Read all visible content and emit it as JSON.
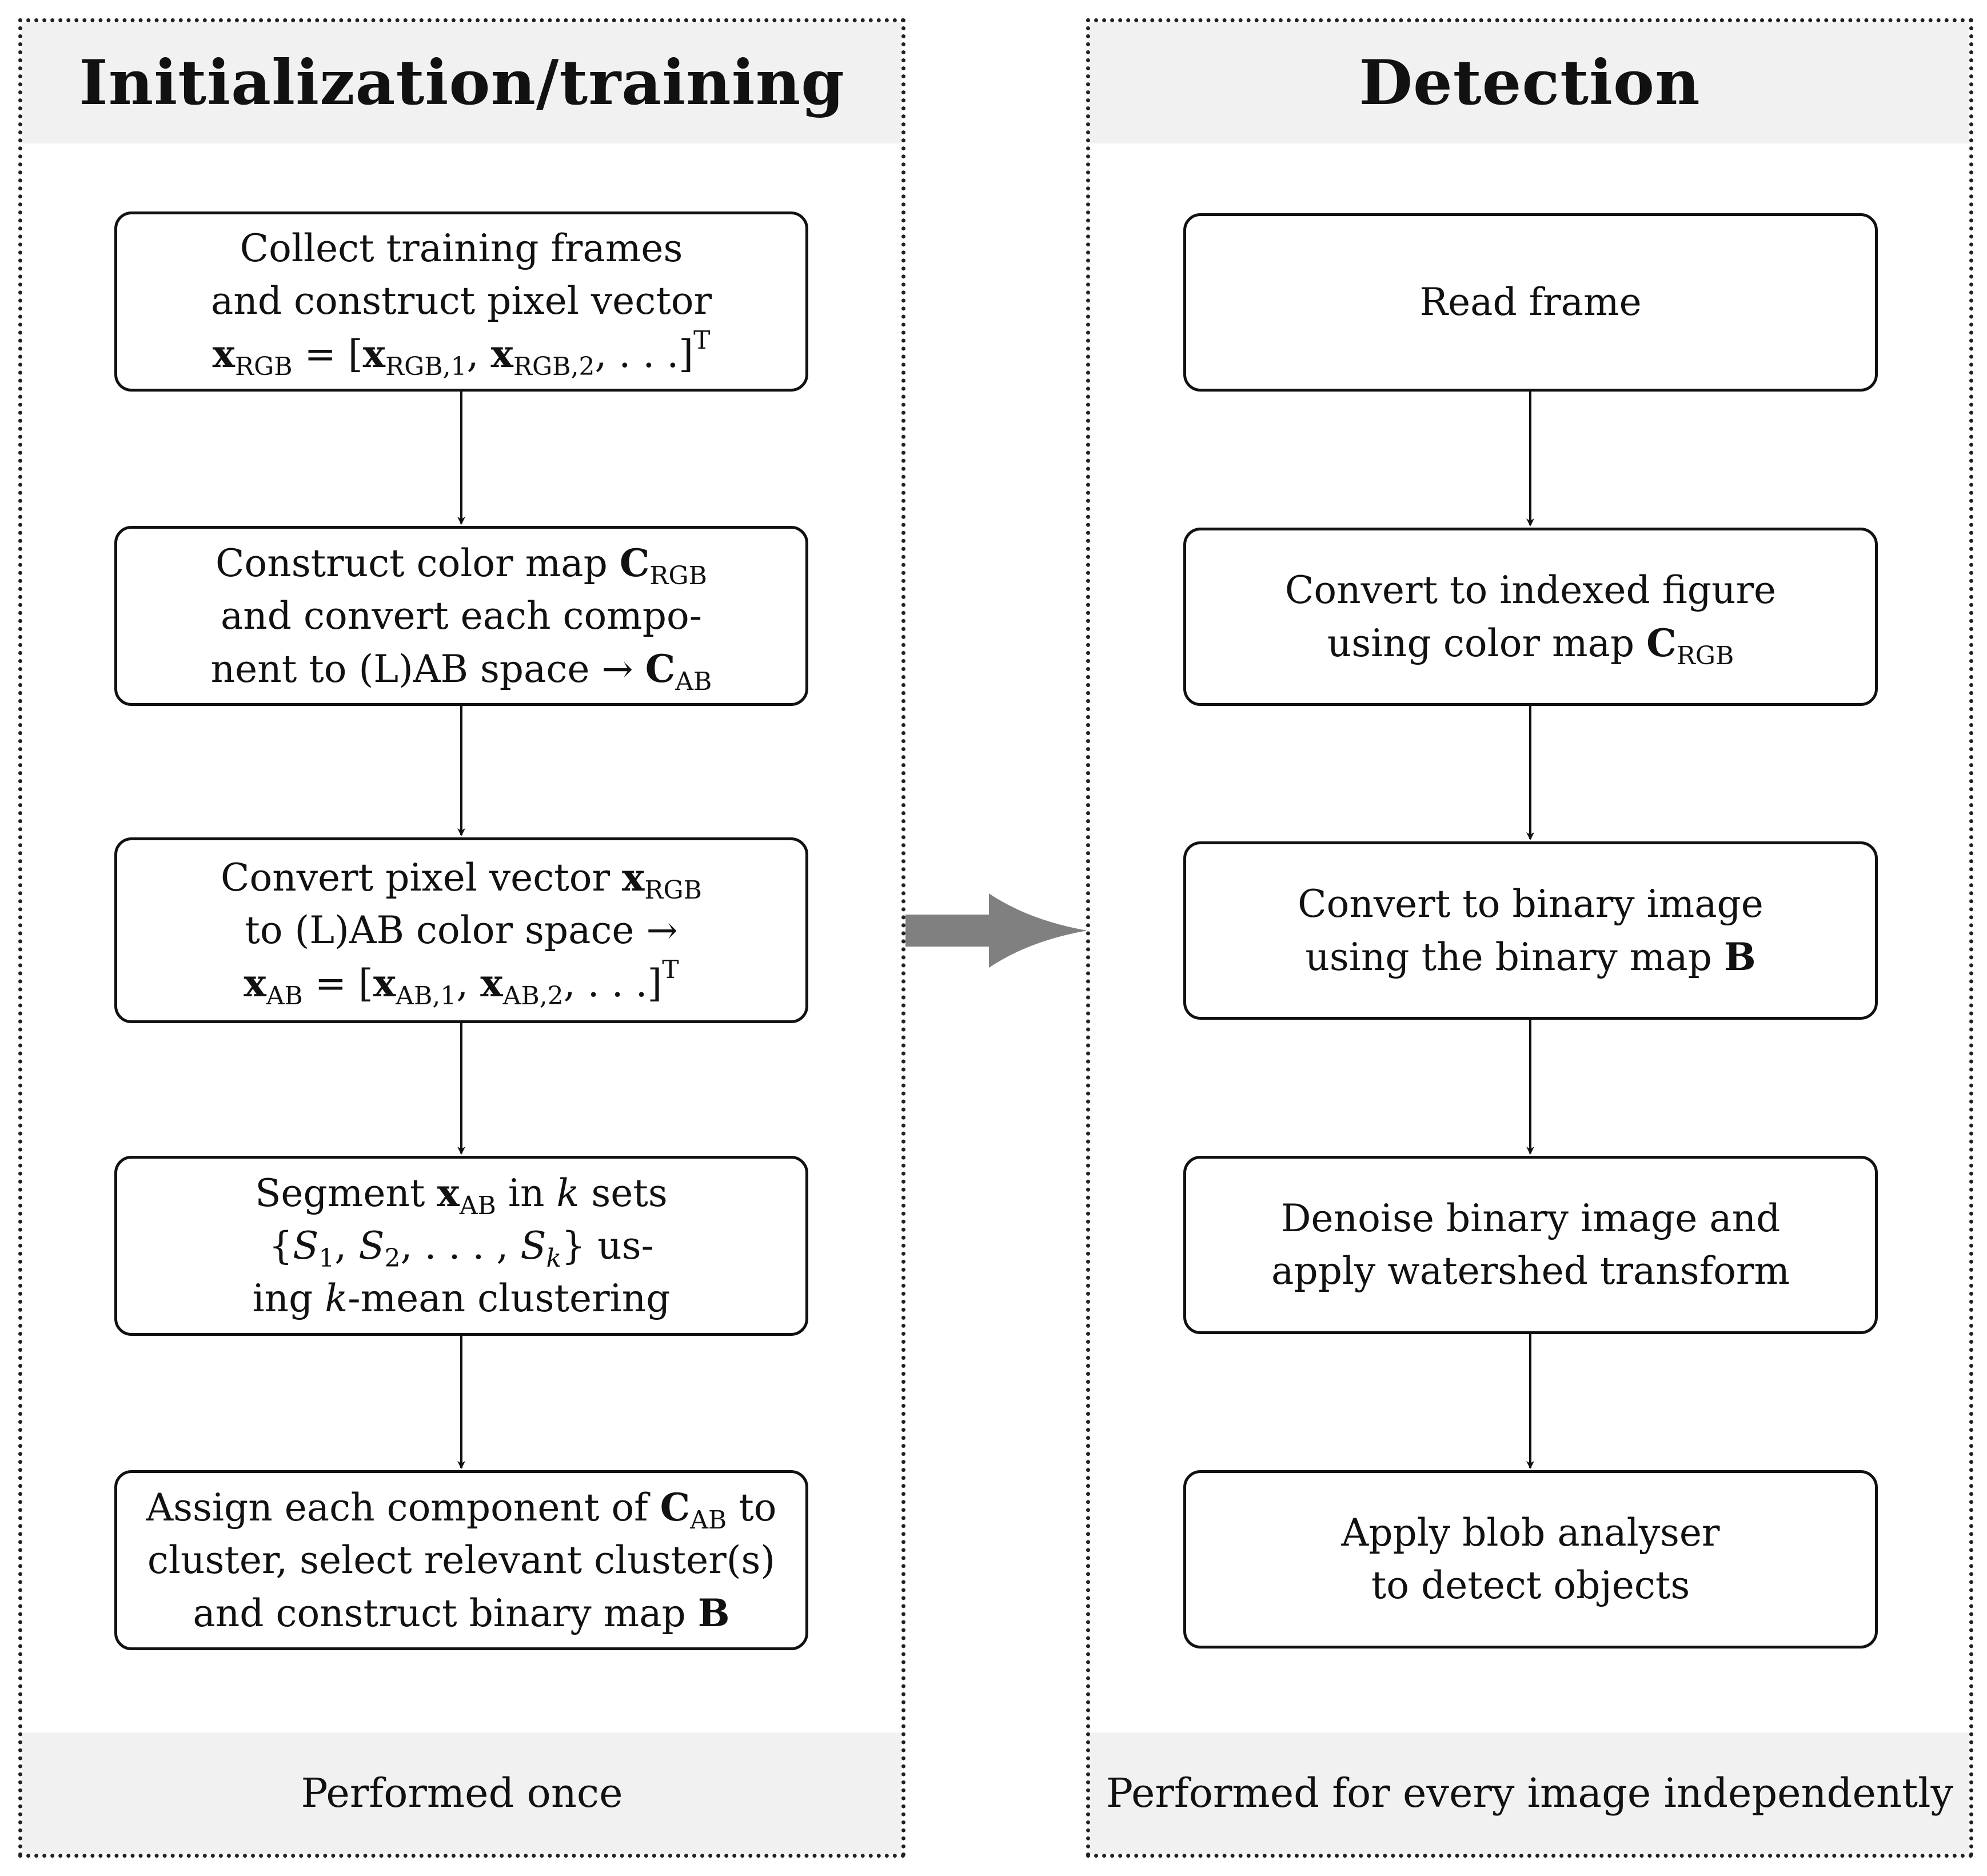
{
  "left_panel": {
    "title": "Initialization/training",
    "footer": "Performed once",
    "steps": [
      {
        "lines": [
          "Collect training frames",
          "and construct pixel vector",
          "<b>x</b><sub>RGB</sub> = [<b>x</b><sub>RGB,1</sub>, <b>x</b><sub>RGB,2</sub>, . . .]<sup>T</sup>"
        ]
      },
      {
        "lines": [
          "Construct color map <b>C</b><sub>RGB</sub>",
          "and convert each compo-",
          "nent to (L)AB space → <b>C</b><sub>AB</sub>"
        ]
      },
      {
        "lines": [
          "Convert pixel vector <b>x</b><sub>RGB</sub>",
          "to (L)AB color space →",
          "<b>x</b><sub>AB</sub> = [<b>x</b><sub>AB,1</sub>, <b>x</b><sub>AB,2</sub>, . . .]<sup>T</sup>"
        ]
      },
      {
        "lines": [
          "Segment <b>x</b><sub>AB</sub> in <i>k</i> sets",
          "{<i>S</i><sub>1</sub>, <i>S</i><sub>2</sub>, . . . , <i>S</i><sub><i>k</i></sub>} us-",
          "ing <i>k</i>-mean clustering"
        ]
      },
      {
        "lines": [
          "Assign each component of <b>C</b><sub>AB</sub> to",
          "cluster, select relevant cluster(s)",
          "and construct binary map <b>B</b>"
        ]
      }
    ]
  },
  "right_panel": {
    "title": "Detection",
    "footer": "Performed for every image independently",
    "steps": [
      {
        "lines": [
          "Read frame"
        ]
      },
      {
        "lines": [
          "Convert to indexed figure",
          "using color map <b>C</b><sub>RGB</sub>"
        ]
      },
      {
        "lines": [
          "Convert to binary image",
          "using the binary map <b>B</b>"
        ]
      },
      {
        "lines": [
          "Denoise binary image and",
          "apply watershed transform"
        ]
      },
      {
        "lines": [
          "Apply blob analyser",
          "to detect objects"
        ]
      }
    ]
  },
  "colors": {
    "panel_band": "#f1f1f1",
    "transition_arrow": "#808080",
    "stroke": "#111111"
  }
}
